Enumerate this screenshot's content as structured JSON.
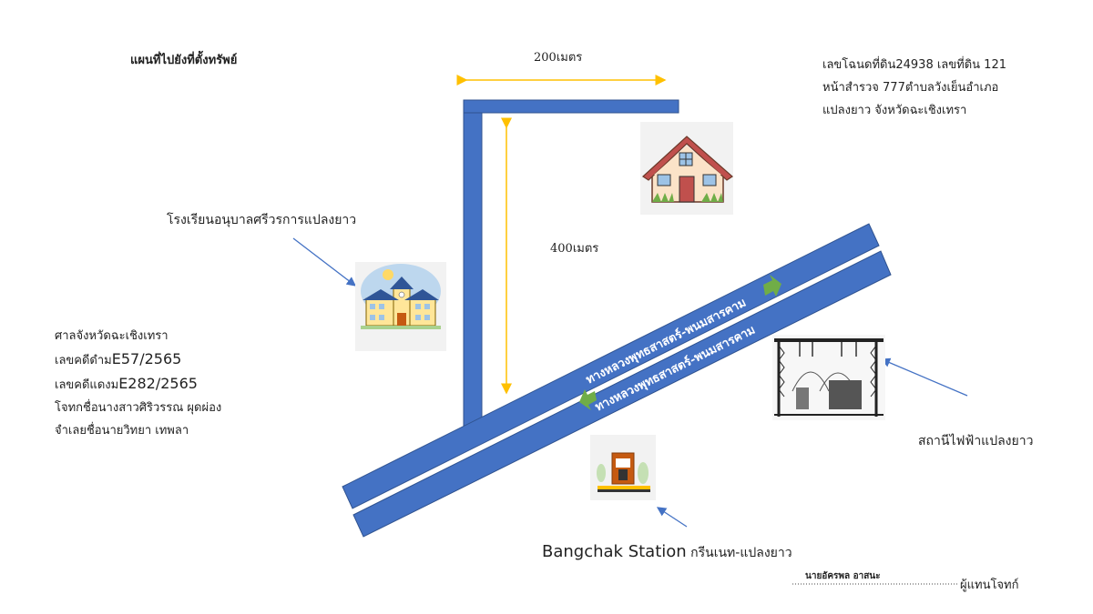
{
  "title": "แผนที่ไปยังที่ตั้งทรัพย์",
  "property_info": [
    "เลขโฉนดที่ดิน24938 เลขที่ดิน 121",
    "หน้าสำรวจ 777ตำบลวังเย็นอำเภอ",
    "แปลงยาว จังหวัดฉะเชิงเทรา"
  ],
  "distances": {
    "horizontal": "200เมตร",
    "vertical": "400เมตร"
  },
  "school_label": "โรงเรียนอนุบาลศรีวรการแปลงยาว",
  "court_info": {
    "line1": "ศาลจังหวัดฉะเชิงเทรา",
    "line2_prefix": "เลขคดีดำม",
    "line2_value": "E57/2565",
    "line3_prefix": "เลขคดีแดงม",
    "line3_value": "E282/2565",
    "line4": "โจทกชื่อนางสาวศิริวรรณ ผุดผ่อง",
    "line5": "จำเลยชื่อนายวิทยา เทพลา"
  },
  "road_labels": [
    "ทางหลวงพุทธสาสตร์-พนมสารคาม",
    "ทางหลวงพุทธสาสตร์-พนมสารคาม"
  ],
  "substation_label": "สถานีไฟฟ้าแปลงยาว",
  "gas_station": {
    "name": "Bangchak Station",
    "suffix": " กรีนเนท-แปลงยาว"
  },
  "signature": {
    "name": "นายอัครพล อาสนะ",
    "role": "ผู้แทนโจทก์"
  },
  "icons": [
    "house-icon",
    "school-icon",
    "substation-icon",
    "gas-station-icon"
  ],
  "colors": {
    "road": "#4472C4",
    "road_stroke": "#2F528F",
    "dimension": "#FFC000",
    "arrow": "#4472C4",
    "direction_arrow": "#70AD47"
  }
}
